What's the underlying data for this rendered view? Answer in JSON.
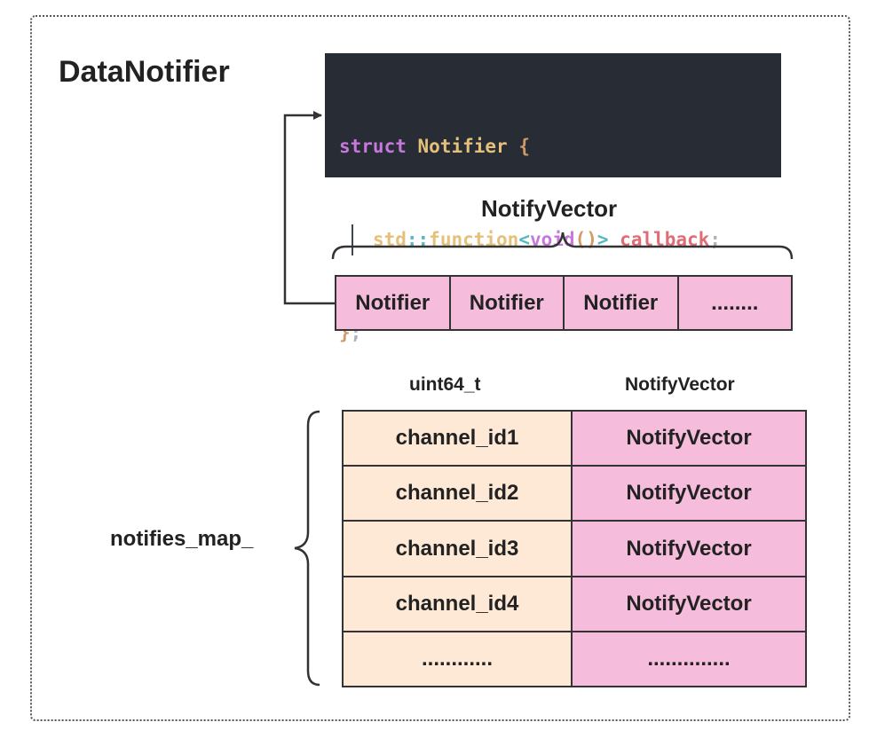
{
  "title": "DataNotifier",
  "code": {
    "line1": {
      "kw": "struct",
      "type": "Notifier",
      "brace": "{"
    },
    "line2": {
      "ns": "std",
      "sep": "::",
      "fn": "function",
      "tpl_open": "<",
      "tpl_type": "void",
      "parens": "()",
      "tpl_close": ">",
      "member": "callback",
      "semi": ";"
    },
    "line3": {
      "brace": "}",
      "semi": ";"
    }
  },
  "notify_vector": {
    "label": "NotifyVector",
    "cells": [
      "Notifier",
      "Notifier",
      "Notifier",
      "........"
    ]
  },
  "map": {
    "label": "notifies_map_",
    "key_header": "uint64_t",
    "value_header": "NotifyVector",
    "rows": [
      {
        "key": "channel_id1",
        "value": "NotifyVector"
      },
      {
        "key": "channel_id2",
        "value": "NotifyVector"
      },
      {
        "key": "channel_id3",
        "value": "NotifyVector"
      },
      {
        "key": "channel_id4",
        "value": "NotifyVector"
      },
      {
        "key": "............",
        "value": ".............."
      }
    ]
  },
  "colors": {
    "code_bg": "#282c34",
    "pink": "#f5bcdc",
    "peach": "#fde9d6"
  }
}
